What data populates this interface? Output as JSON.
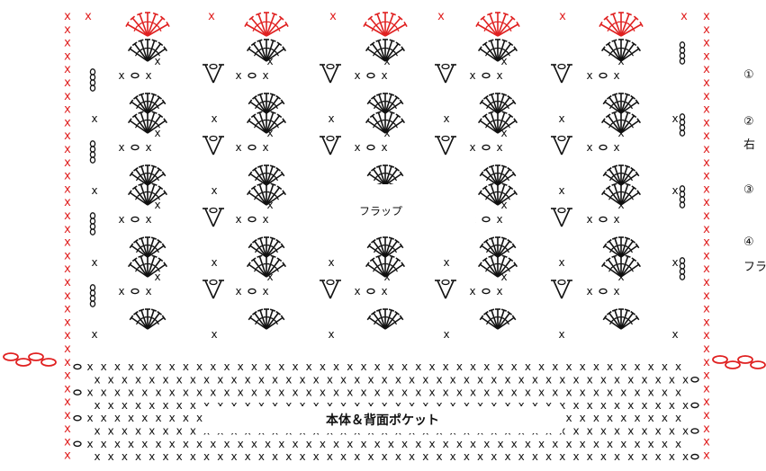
{
  "labels": {
    "flap": "フラップ",
    "body": "本体＆背面ポケット"
  },
  "notes": [
    {
      "id": "note-1",
      "text": "①"
    },
    {
      "id": "note-2a",
      "text": "②"
    },
    {
      "id": "note-2b",
      "text": "右"
    },
    {
      "id": "note-3",
      "text": "③"
    },
    {
      "id": "note-4a",
      "text": "④"
    },
    {
      "id": "note-4b",
      "text": "フラ"
    }
  ],
  "symbols": {
    "single": "x",
    "chain": "○"
  },
  "colors": {
    "stitch": "#111111",
    "edge": "#e02020",
    "background": "#ffffff"
  }
}
